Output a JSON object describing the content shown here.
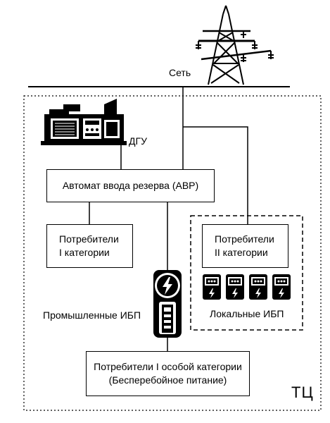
{
  "labels": {
    "grid": "Сеть",
    "generator": "ДГУ",
    "ats": "Автомат ввода резерва (АВР)",
    "cat1_line1": "Потребители",
    "cat1_line2": "I категории",
    "cat2_line1": "Потребители",
    "cat2_line2": "II категории",
    "industrial_ups": "Промышленные ИБП",
    "local_ups": "Локальные ИБП",
    "special_line1": "Потребители I особой категории",
    "special_line2": "(Бесперебойное питание)",
    "site": "ТЦ"
  },
  "colors": {
    "line": "#000000",
    "background": "#ffffff"
  },
  "icons": [
    "power-tower-icon",
    "diesel-generator-icon",
    "industrial-ups-icon",
    "local-ups-icon"
  ]
}
